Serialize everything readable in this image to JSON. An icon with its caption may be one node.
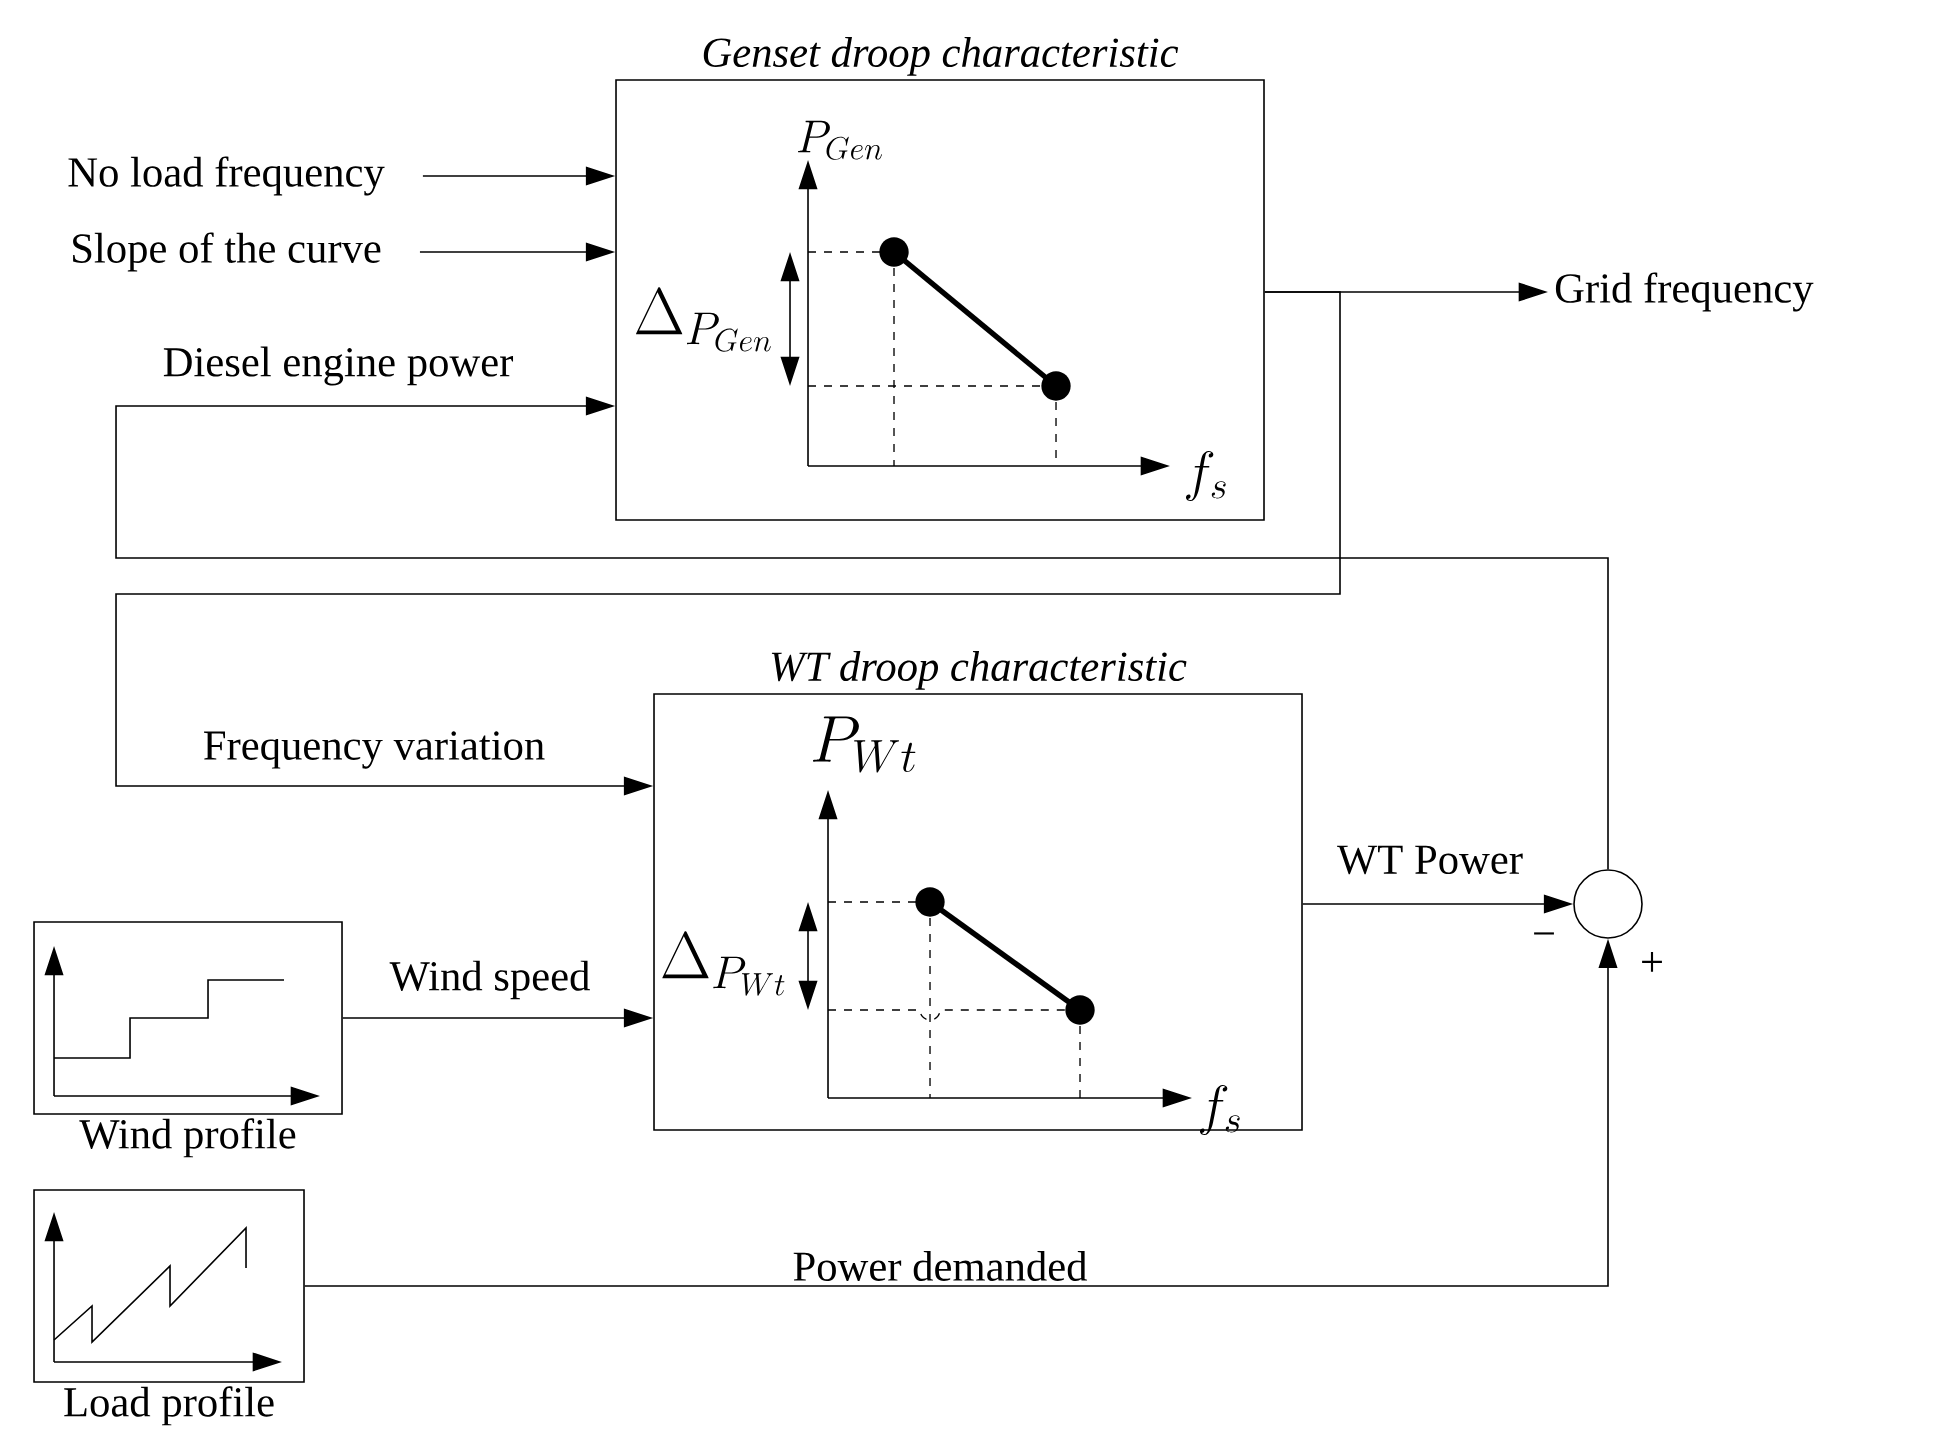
{
  "diagram": {
    "nodes": [
      {
        "text": [
          "Genset droop characteristic"
        ]
      },
      {
        "text": [
          "No load frequency"
        ]
      },
      {
        "text": [
          "Slope of the curve"
        ]
      },
      {
        "text": [
          "Grid frequency"
        ]
      },
      {
        "text": [
          "WT droop characteristic"
        ]
      },
      {
        "text": [
          "Wind profile"
        ]
      },
      {
        "text": [
          "Load profile"
        ]
      },
      {
        "text": [],
        "shape": "circle"
      }
    ],
    "edges": [
      {
        "from": 1,
        "to": 0,
        "arrow": "to"
      },
      {
        "from": 2,
        "to": 0,
        "arrow": "to"
      },
      {
        "from": 7,
        "to": 0,
        "arrow": "to",
        "label": "Diesel engine power"
      },
      {
        "from": 0,
        "to": 3,
        "arrow": "to"
      },
      {
        "from": 0,
        "to": 4,
        "arrow": "to",
        "label": "Frequency variation"
      },
      {
        "from": 5,
        "to": 4,
        "arrow": "to",
        "label": "Wind speed"
      },
      {
        "from": 4,
        "to": 7,
        "arrow": "to",
        "label": "WT Power"
      },
      {
        "from": 6,
        "to": 7,
        "arrow": "to",
        "label": "Power demanded"
      }
    ],
    "labels": [
      "P_{Gen}",
      "\\Delta_{P_{Gen}}",
      "f_s",
      "P_{Wt}",
      "\\Delta_{P_{Wt}}",
      "f_s",
      "−",
      "+"
    ]
  }
}
